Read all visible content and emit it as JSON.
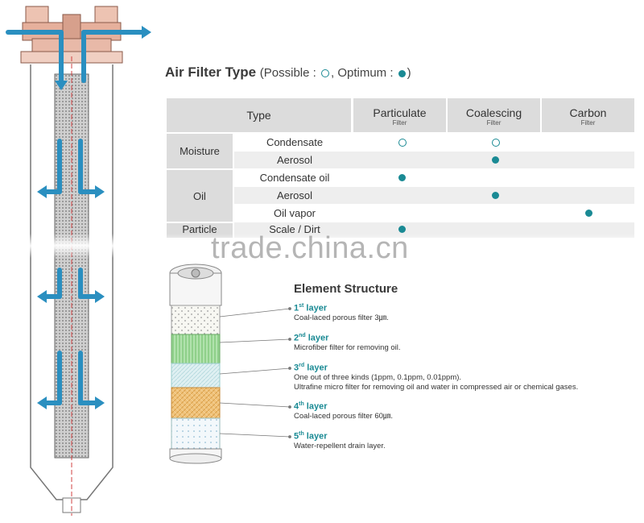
{
  "header": {
    "title": "Air Filter Type",
    "legend_prefix": "(Possible :",
    "legend_mid": ", Optimum :",
    "legend_suffix": ")"
  },
  "table": {
    "type_header": "Type",
    "columns": [
      {
        "name": "Particulate",
        "sub": "Filter"
      },
      {
        "name": "Coalescing",
        "sub": "Filter"
      },
      {
        "name": "Carbon",
        "sub": "Filter"
      }
    ],
    "categories": [
      "Moisture",
      "Oil",
      "Particle"
    ],
    "rows": [
      {
        "category": "Moisture",
        "label": "Condensate",
        "marks": [
          "possible",
          "possible",
          ""
        ]
      },
      {
        "category": "Moisture",
        "label": "Aerosol",
        "marks": [
          "",
          "optimum",
          ""
        ]
      },
      {
        "category": "Oil",
        "label": "Condensate oil",
        "marks": [
          "optimum",
          "",
          ""
        ]
      },
      {
        "category": "Oil",
        "label": "Aerosol",
        "marks": [
          "",
          "optimum",
          ""
        ]
      },
      {
        "category": "Oil",
        "label": "Oil vapor",
        "marks": [
          "",
          "",
          "optimum"
        ]
      },
      {
        "category": "Particle",
        "label": "Scale / Dirt",
        "marks": [
          "optimum",
          "",
          ""
        ]
      }
    ]
  },
  "watermark": "trade.china.cn",
  "element_structure": {
    "title": "Element Structure",
    "layers": [
      {
        "num": "1",
        "suffix": "st",
        "word": "layer",
        "desc": [
          "Coal-laced porous filter 3㎛."
        ]
      },
      {
        "num": "2",
        "suffix": "nd",
        "word": "layer",
        "desc": [
          "Microfiber filter for removing oil."
        ]
      },
      {
        "num": "3",
        "suffix": "rd",
        "word": "layer",
        "desc": [
          "One out of three kinds (1ppm, 0.1ppm, 0.01ppm).",
          "Ultrafine micro filter for removing oil and water in compressed air or chemical gases."
        ]
      },
      {
        "num": "4",
        "suffix": "th",
        "word": "layer",
        "desc": [
          "Coal-laced porous filter 60㎛."
        ]
      },
      {
        "num": "5",
        "suffix": "th",
        "word": "layer",
        "desc": [
          "Water-repellent drain layer."
        ]
      }
    ]
  },
  "colors": {
    "accent": "#1a8a94",
    "arrow": "#2a8fc0",
    "header_bg": "#dcdcdc",
    "housing_top": "#e8b9a8"
  }
}
